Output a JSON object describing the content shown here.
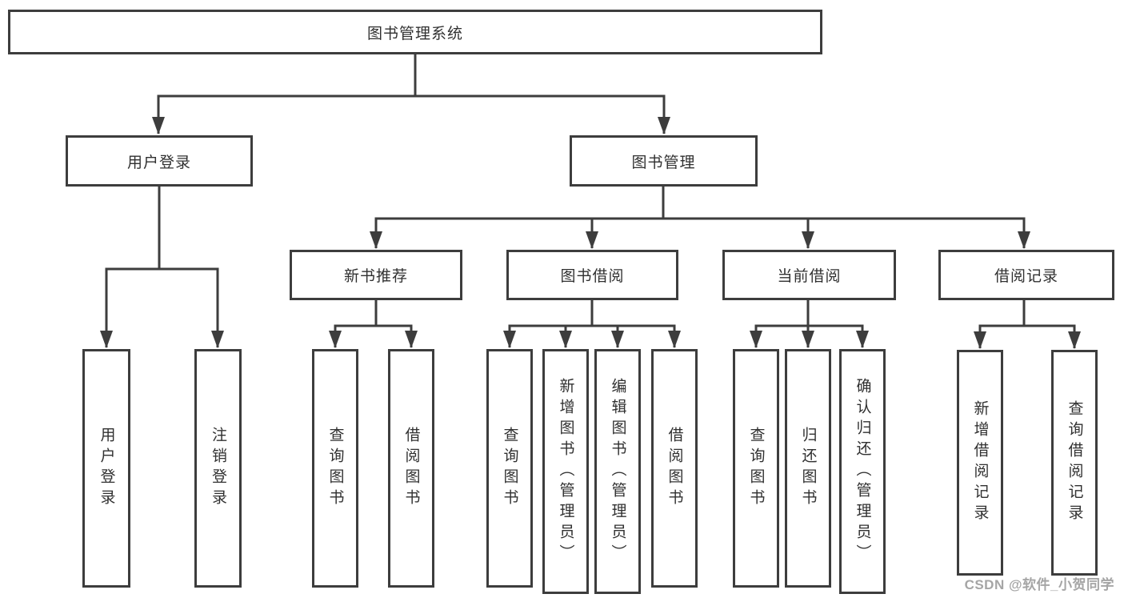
{
  "diagram": {
    "type": "tree",
    "root": {
      "label": "图书管理系统",
      "children": [
        {
          "label": "用户登录",
          "children": [
            {
              "label": "用户登录"
            },
            {
              "label": "注销登录"
            }
          ]
        },
        {
          "label": "图书管理",
          "children": [
            {
              "label": "新书推荐",
              "children": [
                {
                  "label": "查询图书"
                },
                {
                  "label": "借阅图书"
                }
              ]
            },
            {
              "label": "图书借阅",
              "children": [
                {
                  "label": "查询图书"
                },
                {
                  "label": "新增图书（管理员）"
                },
                {
                  "label": "编辑图书（管理员）"
                },
                {
                  "label": "借阅图书"
                }
              ]
            },
            {
              "label": "当前借阅",
              "children": [
                {
                  "label": "查询图书"
                },
                {
                  "label": "归还图书"
                },
                {
                  "label": "确认归还（管理员）"
                }
              ]
            },
            {
              "label": "借阅记录",
              "children": [
                {
                  "label": "新增借阅记录"
                },
                {
                  "label": "查询借阅记录"
                }
              ]
            }
          ]
        }
      ]
    }
  },
  "watermark": {
    "text": "CSDN @软件_小贺同学"
  },
  "colors": {
    "line": "#3d3d3d",
    "text": "#303030",
    "watermark": "#9e9e9e",
    "background": "#ffffff"
  }
}
